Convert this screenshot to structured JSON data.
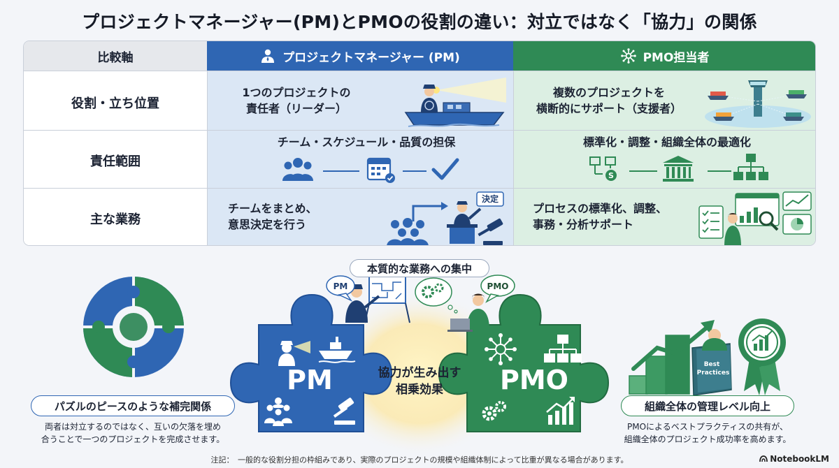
{
  "title": "プロジェクトマネージャー(PM)とPMOの役割の違い：対立ではなく「協力」の関係",
  "table": {
    "headers": {
      "axis": "比較軸",
      "pm": "プロジェクトマネージャー (PM)",
      "pmo": "PMO担当者"
    },
    "rows": [
      {
        "axis": "役割・立ち位置",
        "pm": [
          "1つのプロジェクトの",
          "責任者（リーダー）"
        ],
        "pmo": [
          "複数のプロジェクトを",
          "横断的にサポート（支援者）"
        ]
      },
      {
        "axis": "責任範囲",
        "pm": [
          "チーム・スケジュール・品質の担保"
        ],
        "pmo": [
          "標準化・調整・組織全体の最適化"
        ]
      },
      {
        "axis": "主な業務",
        "pm": [
          "チームをまとめ、",
          "意思決定を行う"
        ],
        "pmo": [
          "プロセスの標準化、調整、",
          "事務・分析サポート"
        ]
      }
    ],
    "decision_tag": "決定"
  },
  "bottom": {
    "focus_label": "本質的な業務への集中",
    "pm_bubble": "PM",
    "pmo_bubble": "PMO",
    "puzzle_pm": "PM",
    "puzzle_pmo": "PMO",
    "center": [
      "協力が生み出す",
      "相乗効果"
    ],
    "left_pill": "パズルのピースのような補完関係",
    "left_desc": [
      "両者は対立するのではなく、互いの欠落を埋め",
      "合うことで一つのプロジェクトを完成させます。"
    ],
    "right_pill": "組織全体の管理レベル向上",
    "right_desc": [
      "PMOによるベストプラクティスの共有が、",
      "組織全体のプロジェクト成功率を高めます。"
    ],
    "book_label": [
      "Best",
      "Practices"
    ]
  },
  "note": "注記：　一般的な役割分担の枠組みであり、実際のプロジェクトの規模や組織体制によって比重が異なる場合があります。",
  "brand": "NotebookLM",
  "colors": {
    "pm_blue": "#2f66b3",
    "pmo_green": "#2f8a55",
    "pm_light": "#dbe7f5",
    "pmo_light": "#dcefe3"
  }
}
